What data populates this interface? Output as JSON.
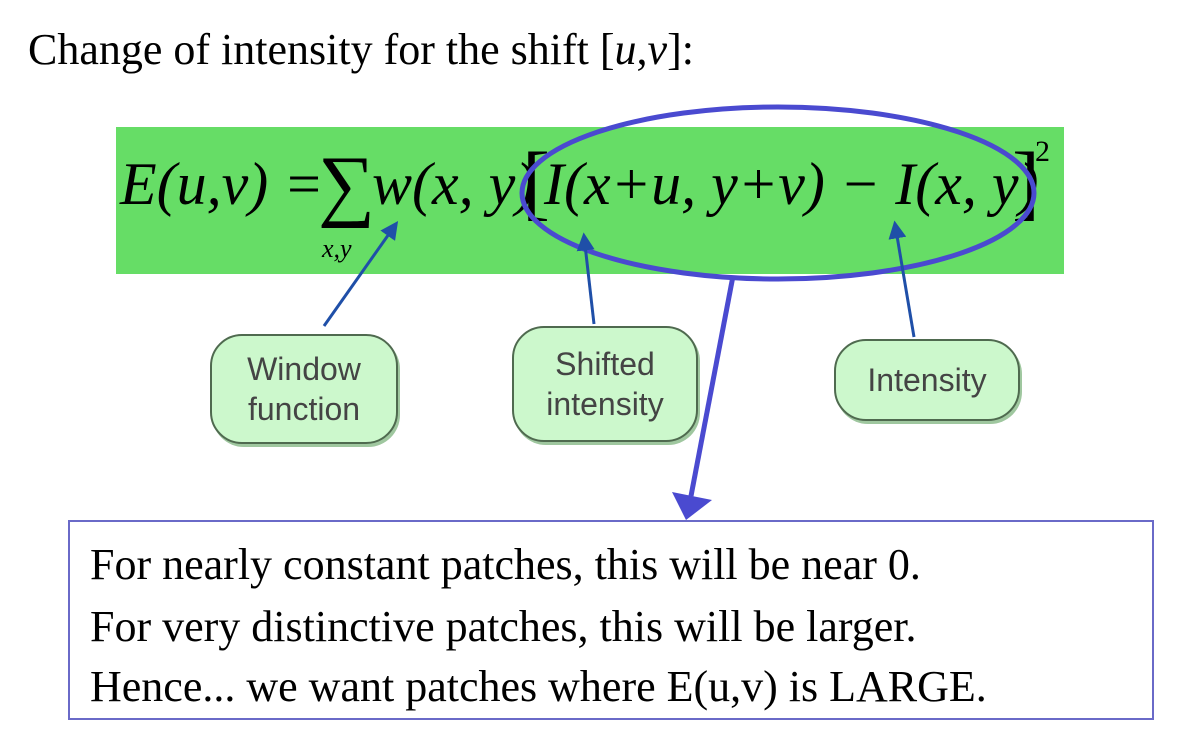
{
  "heading": {
    "prefix": "Change of intensity for the shift [",
    "var_u": "u",
    "comma": ",",
    "var_v": "v",
    "suffix": "]:"
  },
  "equation": {
    "lhs": "E(u,v) = ",
    "sigma": "∑",
    "sum_subscript": "x,y",
    "weight": "w(x, y)",
    "open_bracket": "[",
    "shifted": "I(x+u, y+v) − I(x, y)",
    "close_bracket": "]",
    "exponent": "2"
  },
  "callouts": {
    "window": {
      "line1": "Window",
      "line2": "function"
    },
    "shifted": {
      "line1": "Shifted",
      "line2": "intensity"
    },
    "intensity": {
      "line1": "Intensity"
    }
  },
  "note": {
    "line1": "For nearly constant patches, this will be near 0.",
    "line2": "For very distinctive patches, this will be larger.",
    "line3": "Hence... we want patches where E(u,v) is LARGE."
  },
  "colors": {
    "equation_band": "#66dd66",
    "callout_fill": "#ccf8cc",
    "ellipse": "#4a4ad0",
    "arrow": "#1f4fa8",
    "note_border": "#6a6ac8"
  }
}
